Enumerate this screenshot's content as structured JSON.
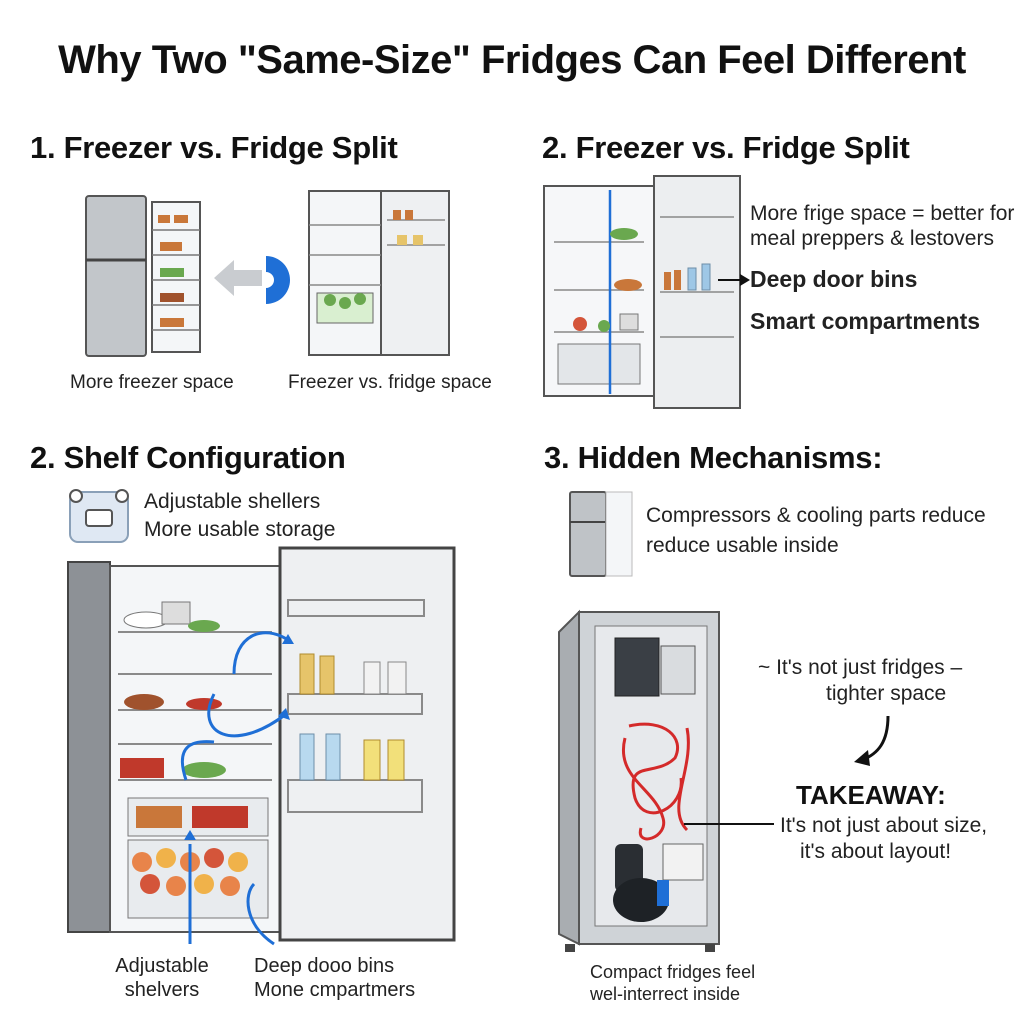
{
  "title": "Why Two \"Same-Size\" Fridges Can Feel Different",
  "sections": {
    "s1": {
      "heading": "1. Freezer vs. Fridge Split",
      "caption_left": "More freezer space",
      "caption_right": "Freezer vs. fridge space"
    },
    "s2": {
      "heading": "2. Freezer vs. Fridge Split",
      "note_line1": "More frige space = better for",
      "note_line2": "meal preppers & lestovers",
      "callout1": "Deep door bins",
      "callout2": "Smart compartments"
    },
    "s3": {
      "heading": "2. Shelf Configuration",
      "note_line1": "Adjustable shellers",
      "note_line2": "More usable storage",
      "label_left_1": "Adjustable",
      "label_left_2": "shelvers",
      "label_right_1": "Deep dooo bins",
      "label_right_2": "Mone cmpartmers"
    },
    "s4": {
      "heading": "3. Hidden Mechanisms:",
      "note_line1": "Compressors & cooling parts reduce",
      "note_line2": "reduce usable inside",
      "aside_line1": "~ It's not just fridges –",
      "aside_line2": "tighter space",
      "takeaway_title": "TAKEAWAY:",
      "takeaway_line1": "It's not just about size,",
      "takeaway_line2": "it's about layout!",
      "caption_line1": "Compact fridges feel",
      "caption_line2": "wel-interrect inside"
    }
  },
  "colors": {
    "accent_blue": "#1f6fd6",
    "coil_red": "#d42a2a",
    "steel": "#a9adb1"
  }
}
